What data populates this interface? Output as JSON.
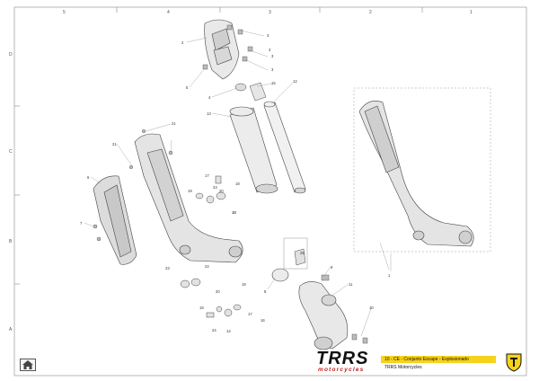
{
  "ruler": {
    "columns": [
      "5",
      "4",
      "3",
      "2",
      "1"
    ],
    "rows": [
      "D",
      "C",
      "B",
      "A"
    ]
  },
  "callouts": [
    {
      "id": "c1",
      "text": "1"
    },
    {
      "id": "c2",
      "text": "2"
    },
    {
      "id": "c3a",
      "text": "3"
    },
    {
      "id": "c3b",
      "text": "3"
    },
    {
      "id": "c3c",
      "text": "3"
    },
    {
      "id": "c3d",
      "text": "3"
    },
    {
      "id": "c4",
      "text": "4"
    },
    {
      "id": "c5",
      "text": "5"
    },
    {
      "id": "c6",
      "text": "6"
    },
    {
      "id": "c7",
      "text": "7"
    },
    {
      "id": "c8",
      "text": "8"
    },
    {
      "id": "c9",
      "text": "9"
    },
    {
      "id": "c10",
      "text": "10"
    },
    {
      "id": "c11",
      "text": "11"
    },
    {
      "id": "c12",
      "text": "12"
    },
    {
      "id": "c13",
      "text": "13"
    },
    {
      "id": "c14",
      "text": "14"
    },
    {
      "id": "c15",
      "text": "15"
    },
    {
      "id": "c16",
      "text": "16"
    },
    {
      "id": "c17",
      "text": "17"
    },
    {
      "id": "c18",
      "text": "18"
    },
    {
      "id": "c19",
      "text": "19"
    },
    {
      "id": "c20",
      "text": "20"
    },
    {
      "id": "c21",
      "text": "21"
    },
    {
      "id": "c22",
      "text": "22"
    },
    {
      "id": "c23",
      "text": "23"
    },
    {
      "id": "c24",
      "text": "24"
    },
    {
      "id": "c25",
      "text": "25"
    },
    {
      "id": "c10b",
      "text": "10"
    },
    {
      "id": "c16b",
      "text": "16"
    },
    {
      "id": "c17b",
      "text": "17"
    },
    {
      "id": "c18b",
      "text": "18"
    },
    {
      "id": "c19b",
      "text": "19"
    },
    {
      "id": "c20b",
      "text": "20"
    },
    {
      "id": "c21b",
      "text": "21"
    },
    {
      "id": "c23b",
      "text": "23"
    }
  ],
  "brand": {
    "logo_text": "TRRS",
    "logo_sub": "motorcycles",
    "title": "10 - CE - Conjunto Escape - Explosionado",
    "subtitle": "TRRS Motorcycles"
  },
  "colors": {
    "accent_yellow": "#f6d21c",
    "logo_red": "#c41f1f"
  },
  "icons": {
    "home": "home-icon",
    "emblem": "trrs-shield-icon"
  }
}
